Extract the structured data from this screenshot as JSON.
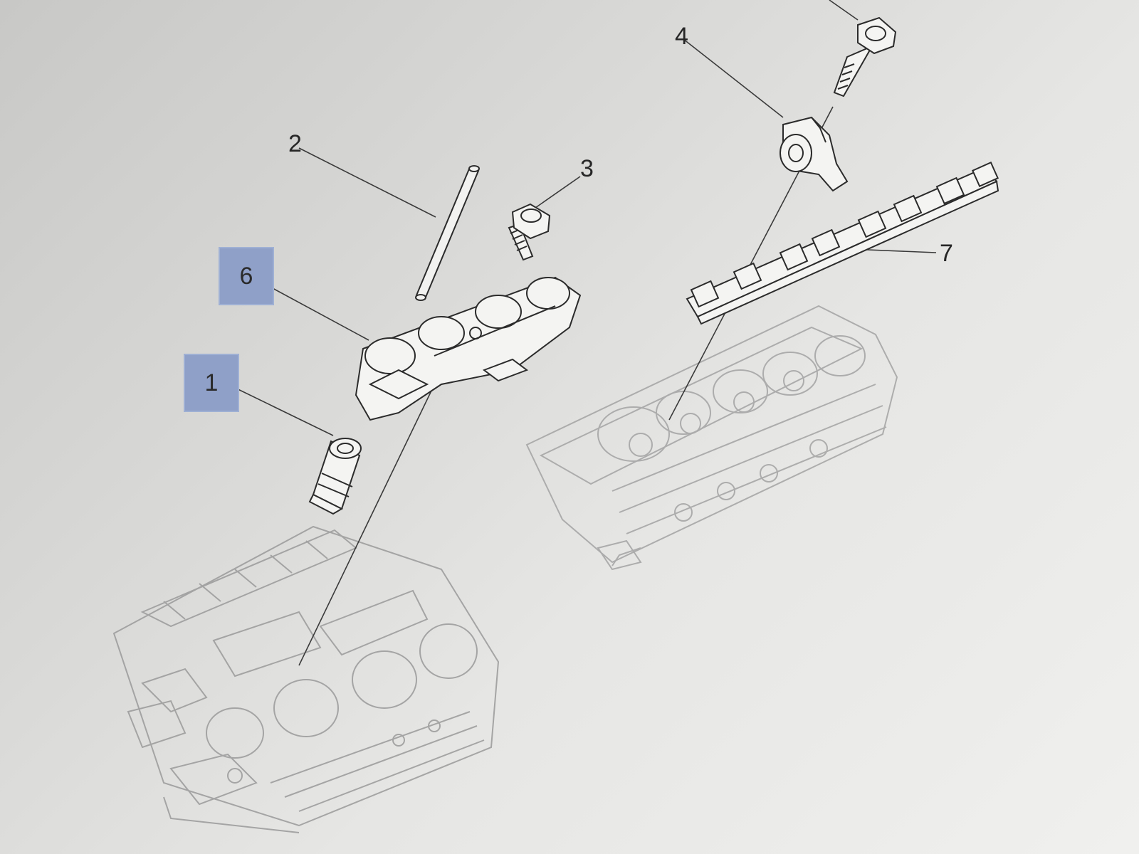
{
  "diagram": {
    "callouts": [
      {
        "id": "1",
        "label": "1",
        "highlighted": true
      },
      {
        "id": "2",
        "label": "2",
        "highlighted": false
      },
      {
        "id": "3",
        "label": "3",
        "highlighted": false
      },
      {
        "id": "4",
        "label": "4",
        "highlighted": false
      },
      {
        "id": "6",
        "label": "6",
        "highlighted": true
      },
      {
        "id": "7",
        "label": "7",
        "highlighted": false
      }
    ],
    "colors": {
      "highlight_box": "#8fa0c8",
      "line_art": "#2b2b2b",
      "ghost_art": "#9a9a9a",
      "background": "#dcdcda"
    }
  }
}
